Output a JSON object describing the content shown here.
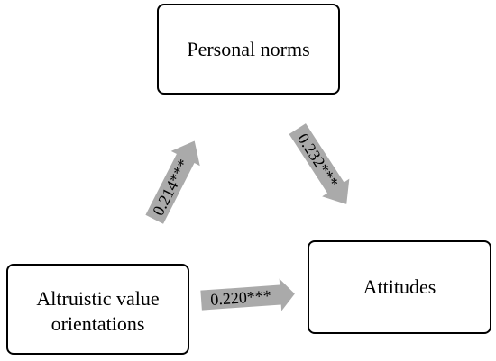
{
  "nodes": {
    "personal_norms": "Personal norms",
    "altruistic_value_orientations": "Altruistic value orientations",
    "attitudes": "Attitudes"
  },
  "edges": [
    {
      "from": "Altruistic value orientations",
      "to": "Personal norms",
      "label": "0.214***"
    },
    {
      "from": "Personal norms",
      "to": "Attitudes",
      "label": "0.232***"
    },
    {
      "from": "Altruistic value orientations",
      "to": "Attitudes",
      "label": "0.220***"
    }
  ],
  "colors": {
    "arrow_fill": "#aaaaaa",
    "box_border": "#000000",
    "background": "#ffffff"
  }
}
